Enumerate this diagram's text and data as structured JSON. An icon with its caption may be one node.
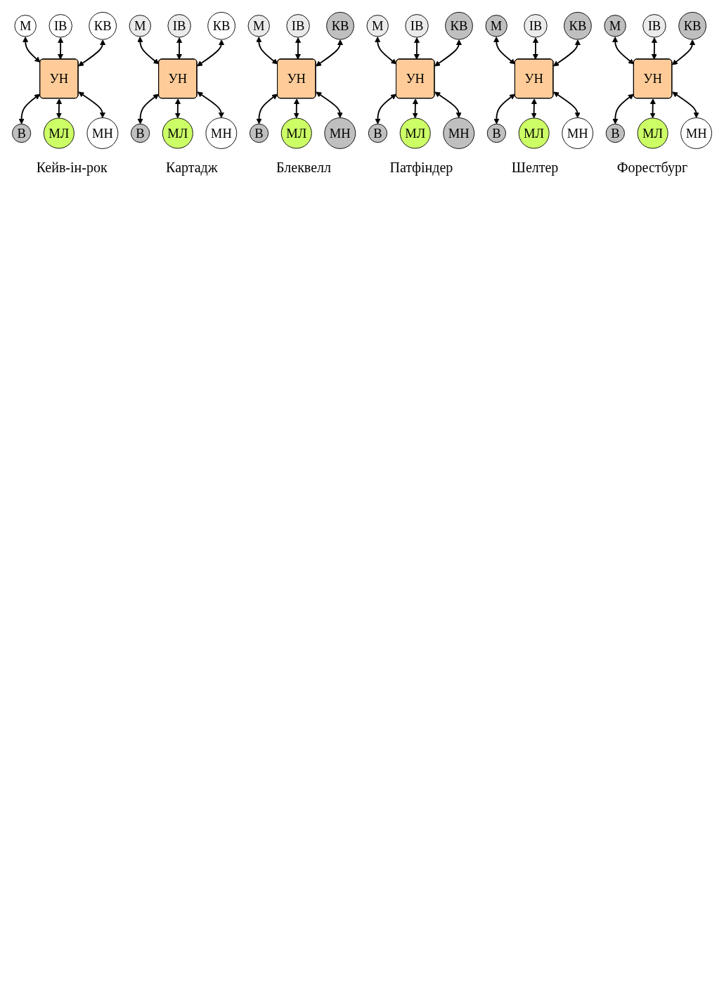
{
  "diagram": {
    "nodes": [
      {
        "text": [
          "ІВ"
        ]
      },
      {
        "text": [
          "М"
        ]
      },
      {
        "text": [
          "КВ"
        ]
      },
      {
        "text": [
          "УН"
        ]
      },
      {
        "text": [
          "В"
        ]
      },
      {
        "text": [
          "МН"
        ]
      },
      {
        "text": [
          "МЛ"
        ]
      },
      {
        "text": [
          "ІВ"
        ]
      },
      {
        "text": [
          "М"
        ]
      },
      {
        "text": [
          "КВ"
        ]
      },
      {
        "text": [
          "УН"
        ]
      },
      {
        "text": [
          "В"
        ]
      },
      {
        "text": [
          "МН"
        ]
      },
      {
        "text": [
          "МЛ"
        ]
      },
      {
        "text": [
          "ІВ"
        ]
      },
      {
        "text": [
          "М"
        ]
      },
      {
        "text": [
          "КВ"
        ]
      },
      {
        "text": [
          "УН"
        ]
      },
      {
        "text": [
          "В"
        ]
      },
      {
        "text": [
          "МН"
        ]
      },
      {
        "text": [
          "МЛ"
        ]
      },
      {
        "text": [
          "ІВ"
        ]
      },
      {
        "text": [
          "М"
        ]
      },
      {
        "text": [
          "КВ"
        ]
      },
      {
        "text": [
          "УН"
        ]
      },
      {
        "text": [
          "В"
        ]
      },
      {
        "text": [
          "МН"
        ]
      },
      {
        "text": [
          "МЛ"
        ]
      },
      {
        "text": [
          "ІВ"
        ]
      },
      {
        "text": [
          "М"
        ]
      },
      {
        "text": [
          "КВ"
        ]
      },
      {
        "text": [
          "УН"
        ]
      },
      {
        "text": [
          "В"
        ]
      },
      {
        "text": [
          "МН"
        ]
      },
      {
        "text": [
          "МЛ"
        ]
      },
      {
        "text": [
          "ІВ"
        ]
      },
      {
        "text": [
          "М"
        ]
      },
      {
        "text": [
          "КВ"
        ]
      },
      {
        "text": [
          "УН"
        ]
      },
      {
        "text": [
          "В"
        ]
      },
      {
        "text": [
          "МН"
        ]
      },
      {
        "text": [
          "МЛ"
        ]
      }
    ],
    "edges": [
      {
        "from": 1,
        "to": 3,
        "arrow": "both"
      },
      {
        "from": 0,
        "to": 3,
        "arrow": "both"
      },
      {
        "from": 2,
        "to": 3,
        "arrow": "both"
      },
      {
        "from": 3,
        "to": 4,
        "arrow": "both"
      },
      {
        "from": 3,
        "to": 6,
        "arrow": "both"
      },
      {
        "from": 3,
        "to": 5,
        "arrow": "both"
      },
      {
        "from": 8,
        "to": 10,
        "arrow": "both"
      },
      {
        "from": 7,
        "to": 10,
        "arrow": "both"
      },
      {
        "from": 9,
        "to": 10,
        "arrow": "both"
      },
      {
        "from": 10,
        "to": 11,
        "arrow": "both"
      },
      {
        "from": 10,
        "to": 13,
        "arrow": "both"
      },
      {
        "from": 10,
        "to": 12,
        "arrow": "both"
      },
      {
        "from": 15,
        "to": 17,
        "arrow": "both"
      },
      {
        "from": 14,
        "to": 17,
        "arrow": "both"
      },
      {
        "from": 16,
        "to": 17,
        "arrow": "both"
      },
      {
        "from": 17,
        "to": 18,
        "arrow": "both"
      },
      {
        "from": 17,
        "to": 20,
        "arrow": "both"
      },
      {
        "from": 17,
        "to": 19,
        "arrow": "both"
      },
      {
        "from": 22,
        "to": 24,
        "arrow": "both"
      },
      {
        "from": 21,
        "to": 24,
        "arrow": "both"
      },
      {
        "from": 23,
        "to": 24,
        "arrow": "both"
      },
      {
        "from": 24,
        "to": 25,
        "arrow": "both"
      },
      {
        "from": 24,
        "to": 27,
        "arrow": "both"
      },
      {
        "from": 24,
        "to": 26,
        "arrow": "both"
      },
      {
        "from": 29,
        "to": 31,
        "arrow": "both"
      },
      {
        "from": 28,
        "to": 31,
        "arrow": "both"
      },
      {
        "from": 30,
        "to": 31,
        "arrow": "both"
      },
      {
        "from": 31,
        "to": 32,
        "arrow": "both"
      },
      {
        "from": 31,
        "to": 34,
        "arrow": "both"
      },
      {
        "from": 31,
        "to": 33,
        "arrow": "both"
      },
      {
        "from": 36,
        "to": 38,
        "arrow": "both"
      },
      {
        "from": 35,
        "to": 38,
        "arrow": "both"
      },
      {
        "from": 37,
        "to": 38,
        "arrow": "both"
      },
      {
        "from": 38,
        "to": 39,
        "arrow": "both"
      },
      {
        "from": 38,
        "to": 41,
        "arrow": "both"
      },
      {
        "from": 38,
        "to": 40,
        "arrow": "both"
      }
    ],
    "labels": [
      "Кейв-ін-рок",
      "Картадж",
      "Блеквелл",
      "Патфіндер",
      "Шелтер",
      "Форестбург"
    ]
  }
}
